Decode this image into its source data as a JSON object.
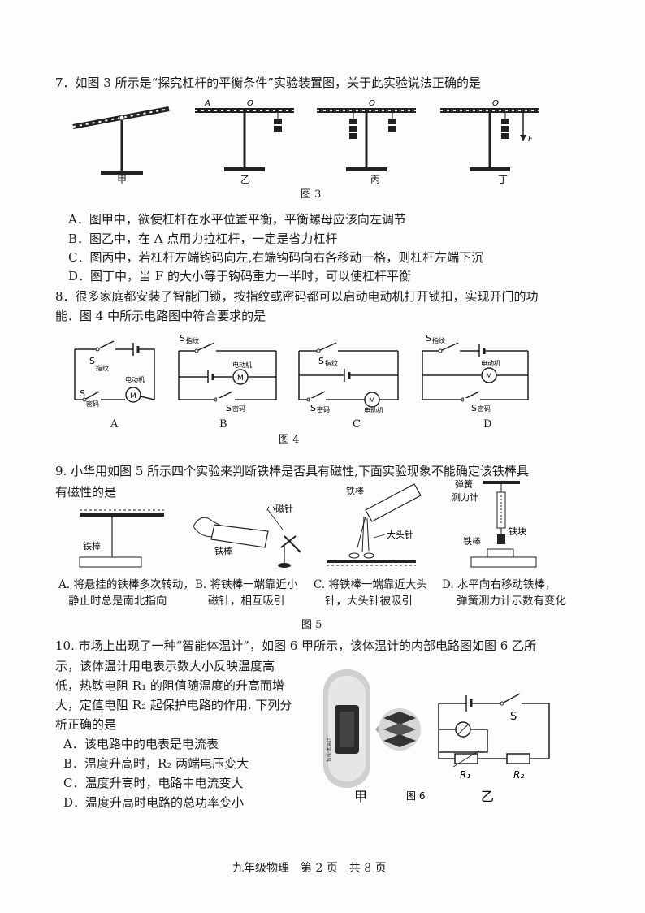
{
  "q7": {
    "stem": "7．如图 3 所示是“探究杠杆的平衡条件”实验装置图，关于此实验说法正确的是",
    "sub_labels": [
      "甲",
      "乙",
      "丙",
      "丁"
    ],
    "point_labels": {
      "A": "A",
      "O": "O",
      "F": "F"
    },
    "figure": "图 3",
    "options": [
      "A．图甲中，欲使杠杆在水平位置平衡，平衡螺母应该向左调节",
      "B．图乙中，在 A 点用力拉杠杆，一定是省力杠杆",
      "C．图丙中，若杠杆左端钩码向左,右端钩码向右各移动一格，则杠杆左端下沉",
      "D．图丁中，当 F 的大小等于钩码重力一半时，可以使杠杆平衡"
    ]
  },
  "q8": {
    "stem_1": "8．很多家庭都安装了智能门锁，按指纹或密码都可以启动电动机打开锁扣，实现开门的功",
    "stem_2": "能．图 4 中所示电路图中符合要求的是",
    "labels": {
      "s": "S",
      "fingerprint": "指纹",
      "password": "密码",
      "motor": "电动机",
      "m": "M"
    },
    "option_letters": [
      "A",
      "B",
      "C",
      "D"
    ],
    "figure": "图 4"
  },
  "q9": {
    "stem_1": "9. 小华用如图 5 所示四个实验来判断铁棒是否具有磁性,下面实验现象不能确定该铁棒具",
    "stem_2": "有磁性的是",
    "labels": {
      "iron_bar": "铁棒",
      "small_needle": "小磁针",
      "pin": "大头针",
      "spring_scale_1": "弹簧",
      "spring_scale_2": "测力计",
      "iron_block": "铁块"
    },
    "options": [
      {
        "l1": "A. 将悬挂的铁棒多次转动，",
        "l2": "静止时总是南北指向"
      },
      {
        "l1": "B. 将铁棒一端靠近小",
        "l2": "磁针，相互吸引"
      },
      {
        "l1": "C. 将铁棒一端靠近大头",
        "l2": "针，大头针被吸引"
      },
      {
        "l1": "D. 水平向右移动铁棒，",
        "l2": "弹簧测力计示数有变化"
      }
    ],
    "figure": "图 5"
  },
  "q10": {
    "stem_1": "10. 市场上出现了一种“智能体温计”，如图 6 甲所示，该体温计的内部电路图如图 6 乙所",
    "lines": [
      "示，该体温计用电表示数大小反映温度高",
      "低，热敏电阻 R₁ 的阻值随温度的升高而增",
      "大，定值电阻 R₂ 起保护电路的作用. 下列分",
      "析正确的是"
    ],
    "options": [
      "A．该电路中的电表是电流表",
      "B．温度升高时，R₂ 两端电压变大",
      "C．温度升高时，电路中电流变大",
      "D．温度升高时电路的总功率变小"
    ],
    "device_text": "智能体温计",
    "labels": {
      "s": "S",
      "r1": "R₁",
      "r2": "R₂"
    },
    "sub_labels": {
      "jia": "甲",
      "yi": "乙"
    },
    "figure": "图 6"
  },
  "footer": "九年级物理　第 2 页　共 8 页"
}
